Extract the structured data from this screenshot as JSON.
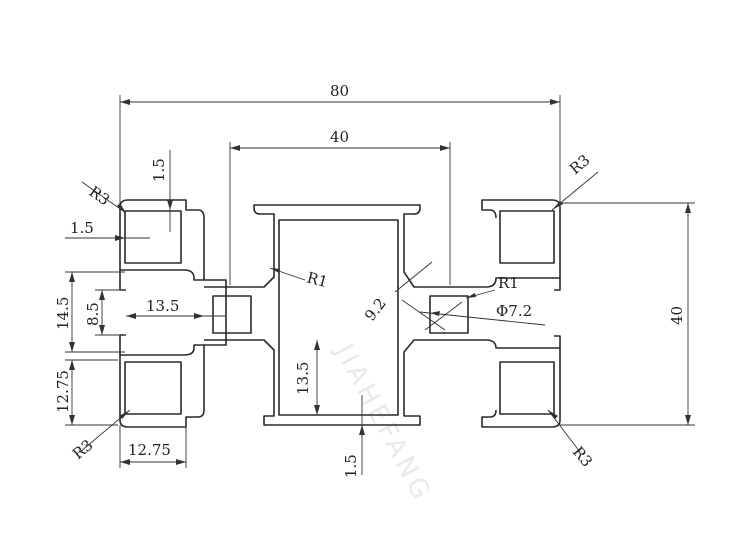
{
  "watermark": "JIAHEFANG",
  "dimensions": {
    "width_overall": "80",
    "width_center": "40",
    "height_overall": "40",
    "wall_top": "1.5",
    "wall_left": "1.5",
    "wall_bottom": "1.5",
    "radius_top_left": "R3",
    "radius_top_right": "R3",
    "radius_bottom_left": "R3",
    "radius_bottom_right": "R3",
    "fillet_center": "R1",
    "fillet_right": "R1",
    "slot_height": "14.5",
    "slot_opening": "8.5",
    "node_width": "13.5",
    "channel_depth": "13.5",
    "pocket_height": "12.75",
    "pocket_width": "12.75",
    "node_diagonal": "9.2",
    "core_hole": "Φ7.2"
  }
}
